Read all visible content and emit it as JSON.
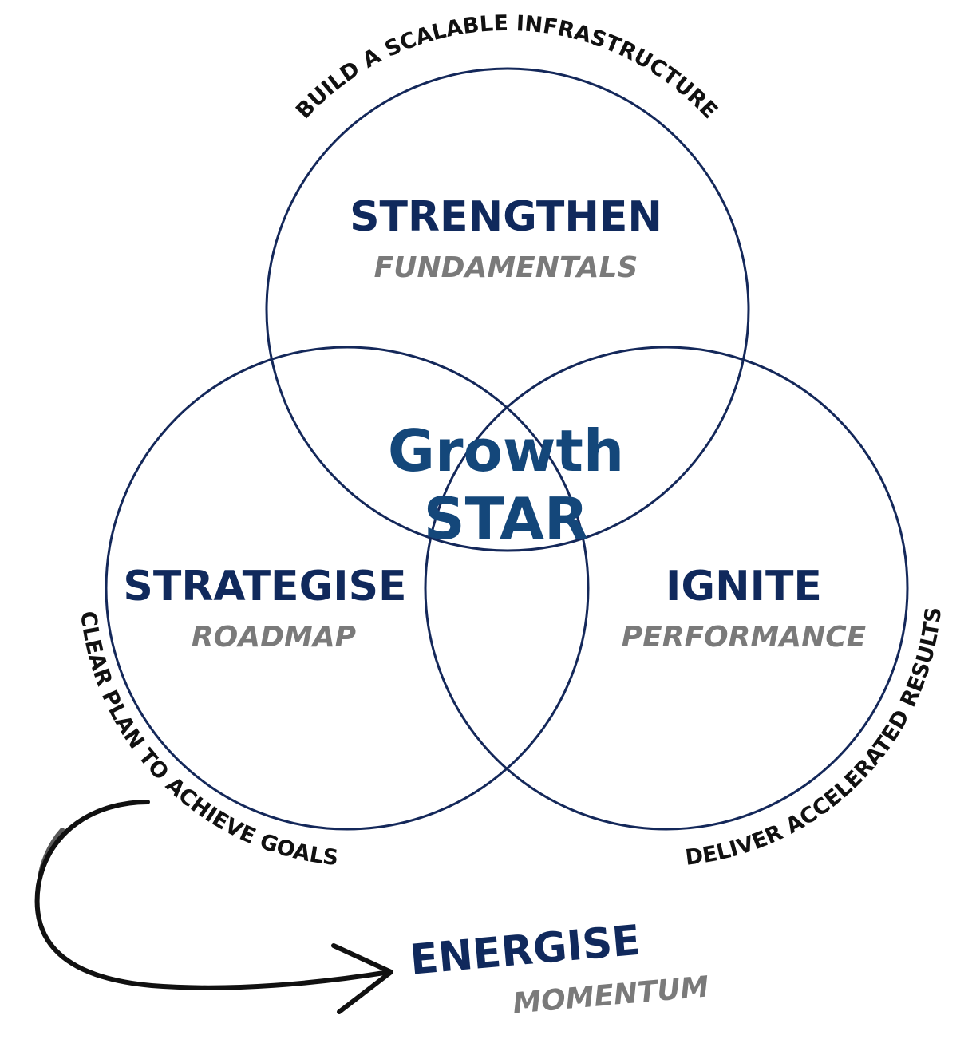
{
  "diagram": {
    "center": {
      "line1": "Growth",
      "line2": "STAR"
    },
    "circles": {
      "top": {
        "title": "STRENGTHEN",
        "subtitle": "FUNDAMENTALS"
      },
      "left": {
        "title": "STRATEGISE",
        "subtitle": "ROADMAP"
      },
      "right": {
        "title": "IGNITE",
        "subtitle": "PERFORMANCE"
      }
    },
    "arc_labels": {
      "top": "BUILD A SCALABLE INFRASTRUCTURE",
      "left": "CLEAR PLAN TO ACHIEVE GOALS",
      "right": "DELIVER ACCELERATED RESULTS"
    },
    "outcome": {
      "title": "ENERGISE",
      "subtitle": "MOMENTUM"
    },
    "colors": {
      "circle_stroke": "#14285a",
      "title": "#10295c",
      "subtitle": "#7a7a7a",
      "center": "#14477a",
      "arc_text": "#111111"
    },
    "icons": {
      "arrow": "curved-arrow-icon"
    }
  }
}
